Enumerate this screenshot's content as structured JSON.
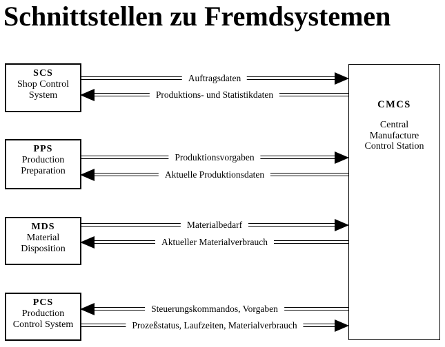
{
  "title": "Schnittstellen zu Fremdsystemen",
  "colors": {
    "ink": "#000000",
    "background": "#ffffff"
  },
  "left_systems": [
    {
      "abbr": "SCS",
      "name": "Shop Control\nSystem"
    },
    {
      "abbr": "PPS",
      "name": "Production\nPreparation"
    },
    {
      "abbr": "MDS",
      "name": "Material\nDisposition"
    },
    {
      "abbr": "PCS",
      "name": "Production\nControl System"
    }
  ],
  "central_system": {
    "abbr": "CMCS",
    "name": "Central\nManufacture\nControl Station"
  },
  "flows": [
    {
      "label": "Auftragsdaten",
      "from": "SCS",
      "to": "CMCS",
      "direction": "right"
    },
    {
      "label": "Produktions- und Statistikdaten",
      "from": "CMCS",
      "to": "SCS",
      "direction": "left"
    },
    {
      "label": "Produktionsvorgaben",
      "from": "PPS",
      "to": "CMCS",
      "direction": "right"
    },
    {
      "label": "Aktuelle Produktionsdaten",
      "from": "CMCS",
      "to": "PPS",
      "direction": "left"
    },
    {
      "label": "Materialbedarf",
      "from": "MDS",
      "to": "CMCS",
      "direction": "right"
    },
    {
      "label": "Aktueller Materialverbrauch",
      "from": "CMCS",
      "to": "MDS",
      "direction": "left"
    },
    {
      "label": "Steuerungskommandos, Vorgaben",
      "from": "CMCS",
      "to": "PCS",
      "direction": "left"
    },
    {
      "label": "Prozeßstatus, Laufzeiten, Materialverbrauch",
      "from": "PCS",
      "to": "CMCS",
      "direction": "right"
    }
  ]
}
